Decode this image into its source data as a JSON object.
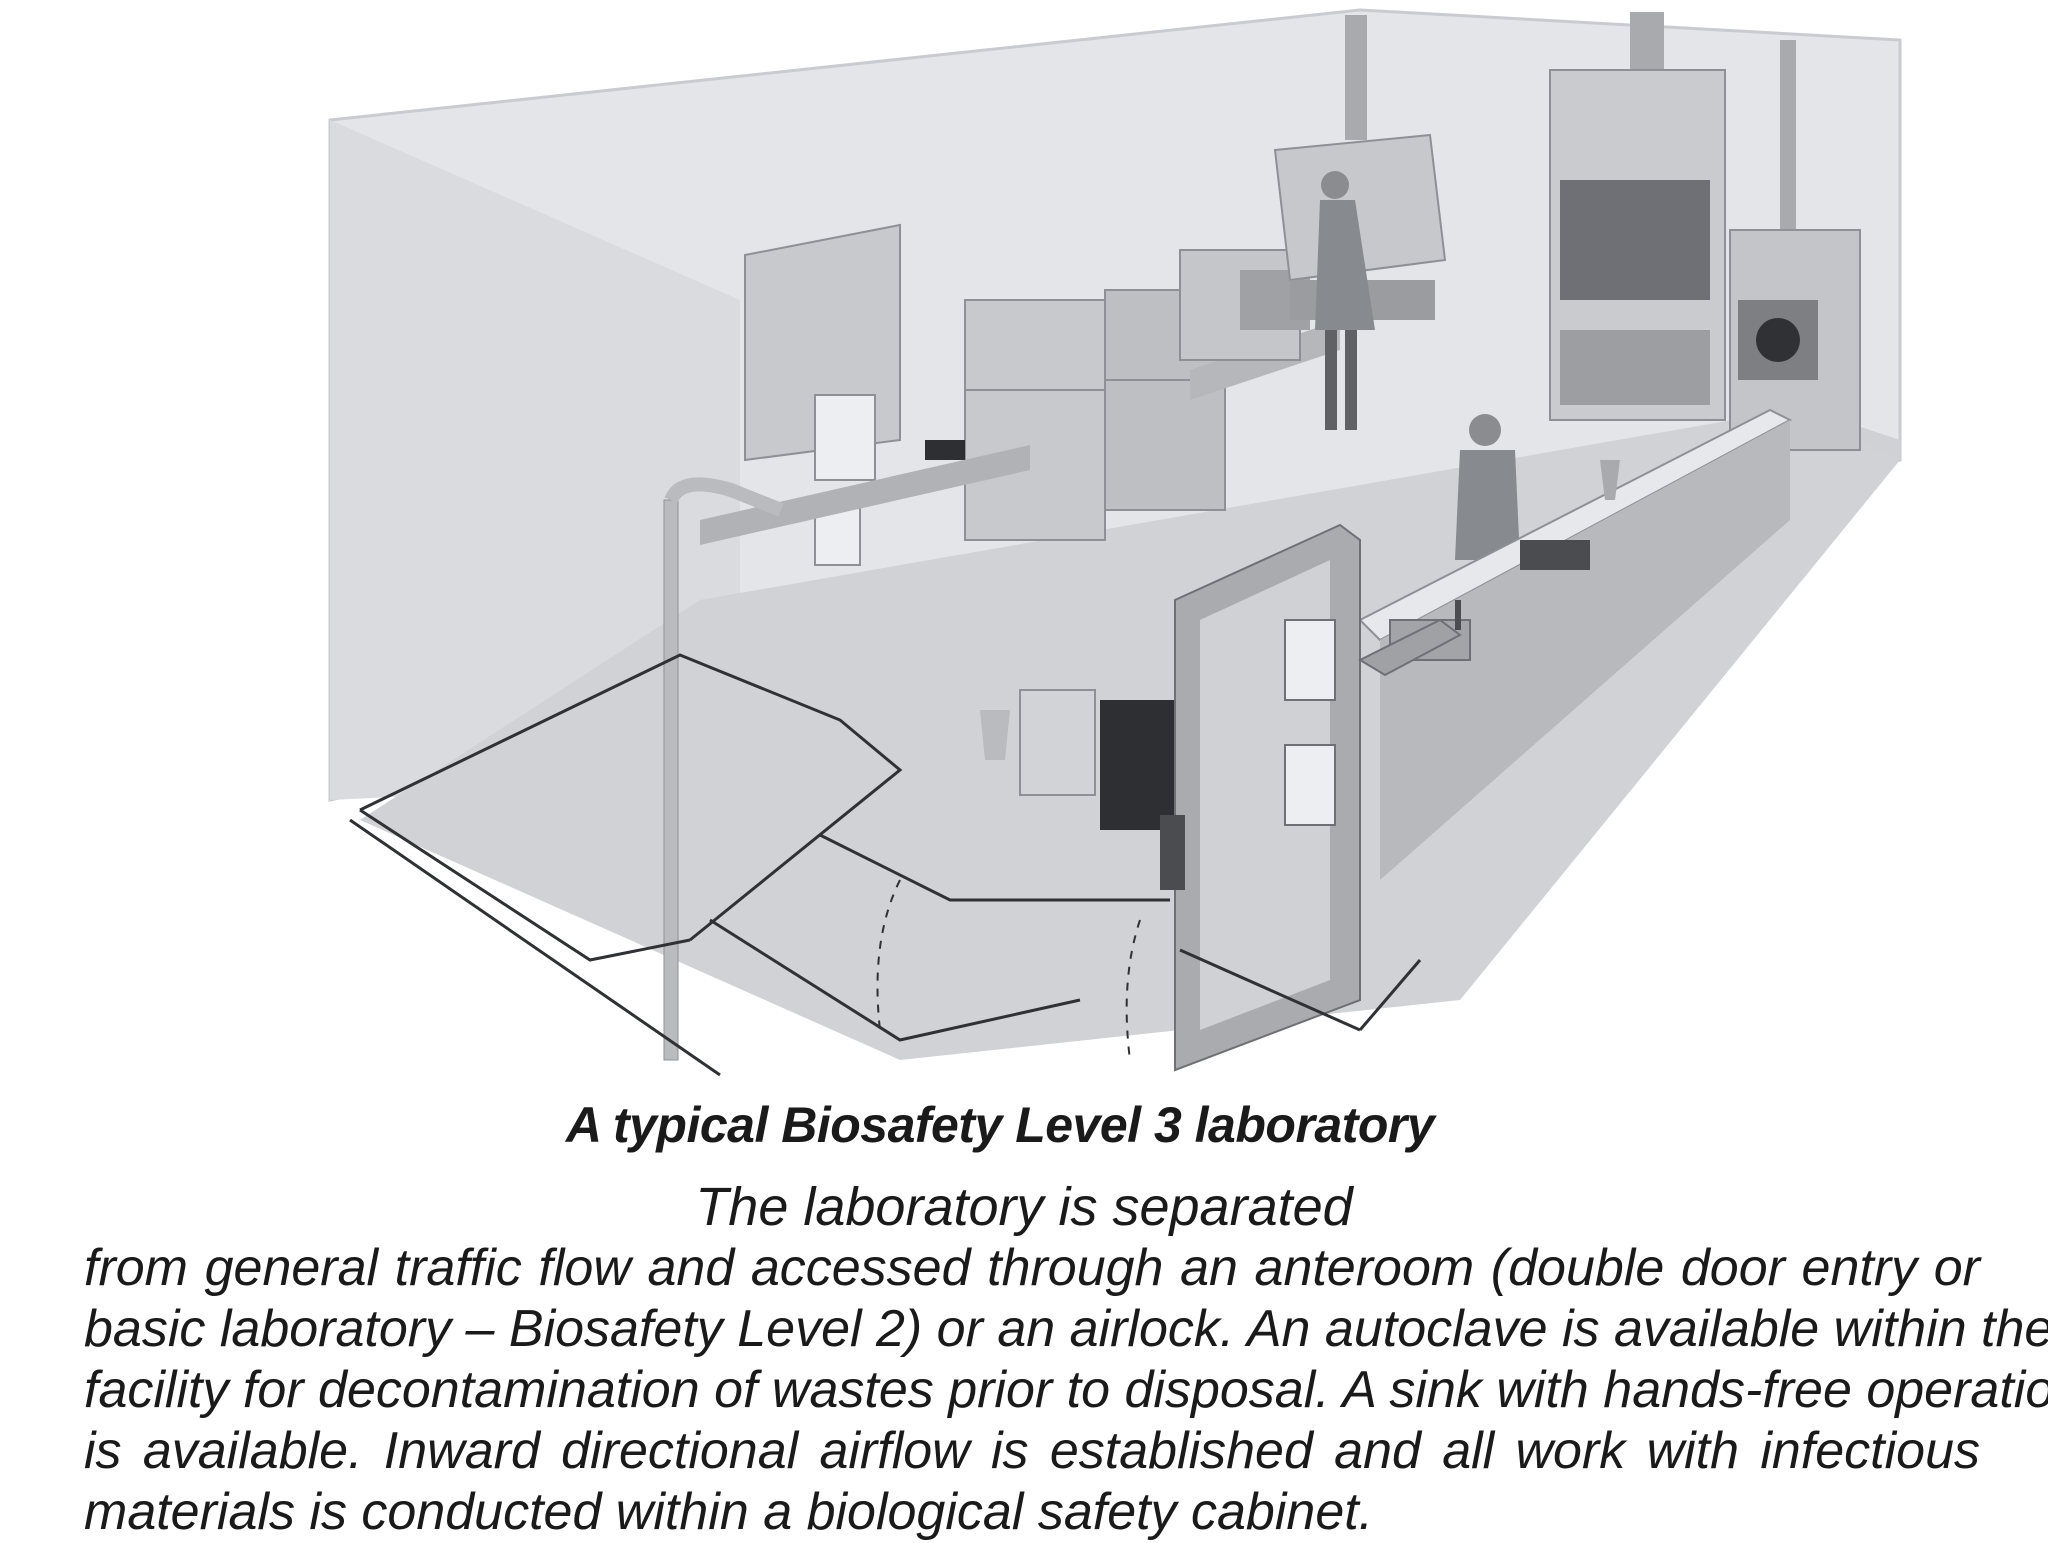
{
  "figure": {
    "title": "A typical Biosafety Level 3 laboratory",
    "caption_lead": "The laboratory is separated",
    "caption_lines": [
      "from general traffic flow and accessed through an anteroom (double door entry or",
      "basic laboratory – Biosafety Level 2) or an airlock. An autoclave is available within the",
      "facility for decontamination of wastes prior to disposal. A sink with hands-free operation",
      "is available. Inward directional airflow is established and all work with infectious",
      "materials is conducted within a biological safety cabinet."
    ]
  },
  "colors": {
    "wall": "#e4e6ea",
    "floor": "#d3d5d9",
    "equipment": "#bfc2c7",
    "dark": "#5c5f64"
  }
}
